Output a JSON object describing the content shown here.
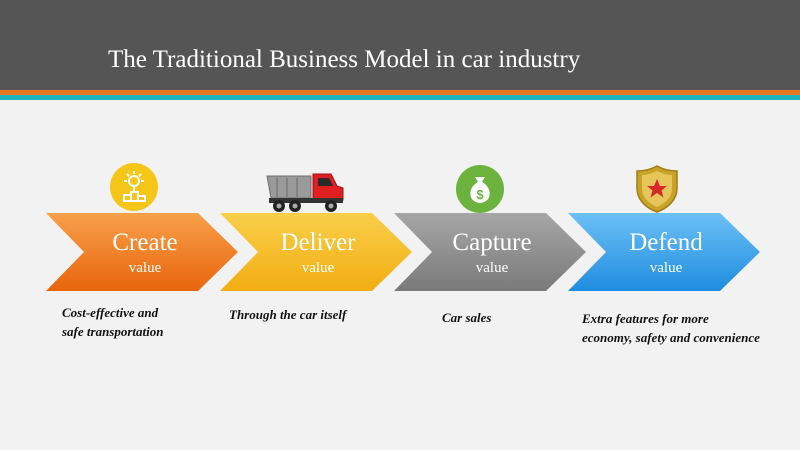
{
  "title": "The Traditional Business Model in car industry",
  "steps": [
    {
      "label": "Create",
      "sub": "value",
      "icon": "lightbulb-podium-icon",
      "desc_lines": [
        "Cost-effective and",
        "safe transportation"
      ],
      "color": "#f07a1a"
    },
    {
      "label": "Deliver",
      "sub": "value",
      "icon": "dump-truck-icon",
      "desc_lines": [
        "Through the car itself"
      ],
      "color": "#f4b41a"
    },
    {
      "label": "Capture",
      "sub": "value",
      "icon": "money-bag-icon",
      "desc_lines": [
        "Car sales"
      ],
      "color": "#8a8a8a"
    },
    {
      "label": "Defend",
      "sub": "value",
      "icon": "shield-star-icon",
      "desc_lines": [
        "Extra features for more",
        "economy, safety and convenience"
      ],
      "color": "#2f9be8"
    }
  ],
  "colors": {
    "header_bg": "#555555",
    "stripe_orange": "#e87722",
    "stripe_teal": "#1fb3bf",
    "background": "#f2f2f2",
    "icon_yellow": "#f5c518",
    "icon_green": "#6bb33c",
    "truck_red": "#e02020"
  }
}
